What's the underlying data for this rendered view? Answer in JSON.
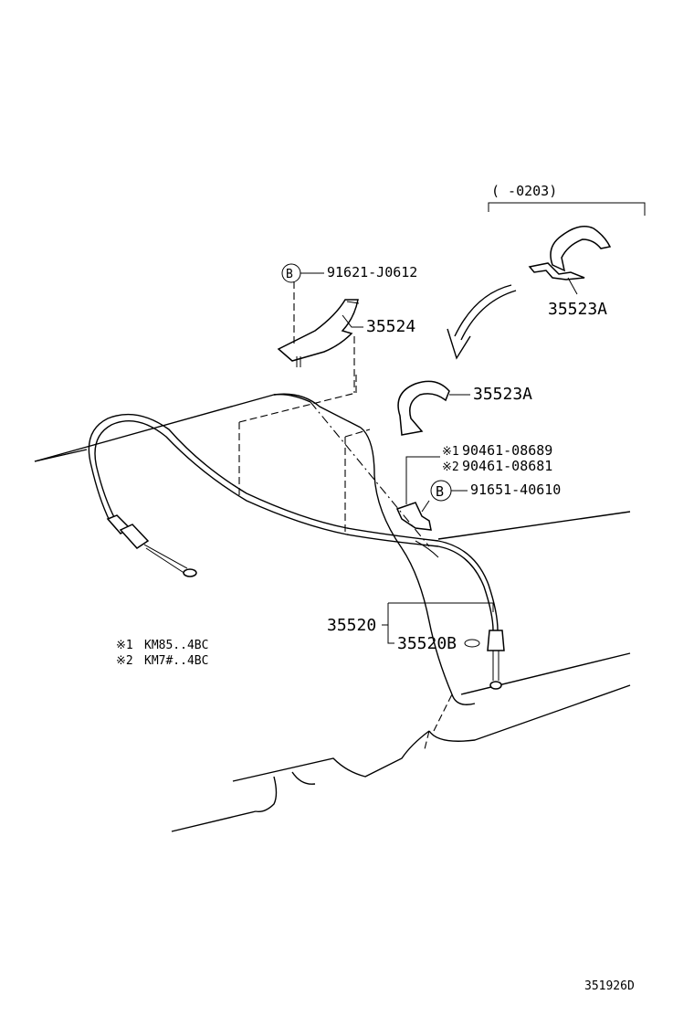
{
  "diagram_id": "351926D",
  "range_label": "(   -0203)",
  "callouts": {
    "bolt_b_top": "91621-J0612",
    "bracket": "35524",
    "clamp_old": "35523A",
    "clamp_new": "35523A",
    "note1_part": "90461-08689",
    "note2_part": "90461-08681",
    "bolt_b_mid": "91651-40610",
    "cable": "35520",
    "cable_sub": "35520B"
  },
  "markers": {
    "b_symbol": "B",
    "note1_mark": "※1",
    "note2_mark": "※2"
  },
  "notes": [
    {
      "mark": "※1",
      "text": "KM85..4BC"
    },
    {
      "mark": "※2",
      "text": "KM7#..4BC"
    }
  ]
}
